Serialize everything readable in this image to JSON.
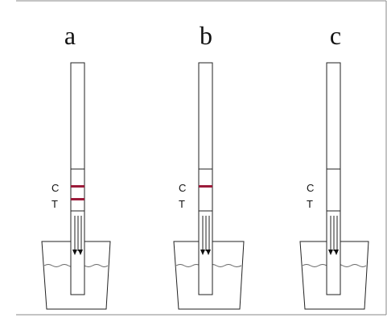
{
  "colors": {
    "band": "#9b1b3a",
    "line": "#222222",
    "liquid": "#666666"
  },
  "panels": [
    {
      "letter": "a",
      "control_label": "C",
      "test_label": "T",
      "control_band": true,
      "test_band": true
    },
    {
      "letter": "b",
      "control_label": "C",
      "test_label": "T",
      "control_band": true,
      "test_band": false
    },
    {
      "letter": "c",
      "control_label": "C",
      "test_label": "T",
      "control_band": false,
      "test_band": false
    }
  ]
}
